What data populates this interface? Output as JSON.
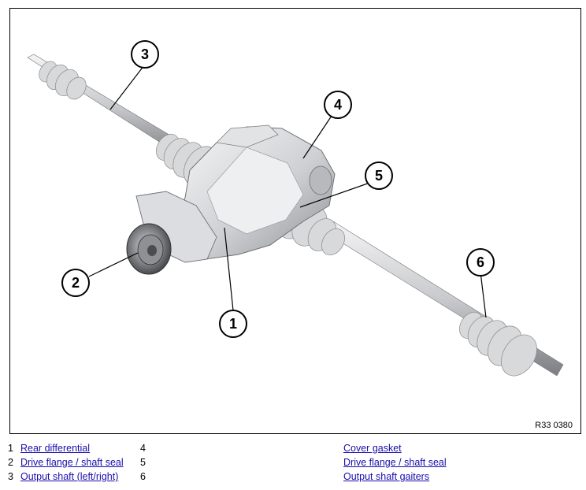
{
  "figure": {
    "code": "R33 0380",
    "callouts": [
      "1",
      "2",
      "3",
      "4",
      "5",
      "6"
    ]
  },
  "legend": {
    "rows": [
      {
        "left_num": "1",
        "left_label": "Rear differential",
        "right_num": "4",
        "right_label": "Cover gasket"
      },
      {
        "left_num": "2",
        "left_label": "Drive flange / shaft seal",
        "right_num": "5",
        "right_label": "Drive flange / shaft seal"
      },
      {
        "left_num": "3",
        "left_label": "Output shaft (left/right)",
        "right_num": "6",
        "right_label": "Output shaft gaiters"
      }
    ]
  },
  "colors": {
    "link": "#1a0dab",
    "metal_light": "#e8e8ea",
    "metal_dark": "#8a8c90"
  }
}
